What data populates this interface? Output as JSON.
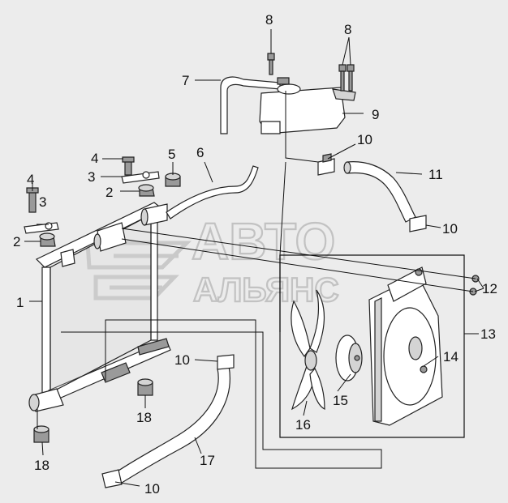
{
  "watermark": {
    "line1": "АВТО",
    "line2": "АЛЬЯНС"
  },
  "callouts": [
    {
      "id": "c1",
      "label": "1"
    },
    {
      "id": "c2a",
      "label": "2"
    },
    {
      "id": "c2b",
      "label": "2"
    },
    {
      "id": "c3a",
      "label": "3"
    },
    {
      "id": "c3b",
      "label": "3"
    },
    {
      "id": "c4a",
      "label": "4"
    },
    {
      "id": "c4b",
      "label": "4"
    },
    {
      "id": "c5",
      "label": "5"
    },
    {
      "id": "c6",
      "label": "6"
    },
    {
      "id": "c7",
      "label": "7"
    },
    {
      "id": "c8a",
      "label": "8"
    },
    {
      "id": "c8b",
      "label": "8"
    },
    {
      "id": "c9",
      "label": "9"
    },
    {
      "id": "c10a",
      "label": "10"
    },
    {
      "id": "c10b",
      "label": "10"
    },
    {
      "id": "c10c",
      "label": "10"
    },
    {
      "id": "c10d",
      "label": "10"
    },
    {
      "id": "c11",
      "label": "11"
    },
    {
      "id": "c12",
      "label": "12"
    },
    {
      "id": "c13",
      "label": "13"
    },
    {
      "id": "c14",
      "label": "14"
    },
    {
      "id": "c15",
      "label": "15"
    },
    {
      "id": "c16",
      "label": "16"
    },
    {
      "id": "c17",
      "label": "17"
    },
    {
      "id": "c18a",
      "label": "18"
    },
    {
      "id": "c18b",
      "label": "18"
    }
  ],
  "colors": {
    "background": "#ececec",
    "line": "#111111",
    "part_fill": "#ffffff",
    "shade": "#9a9a9a",
    "watermark": "#c9c9c9"
  }
}
